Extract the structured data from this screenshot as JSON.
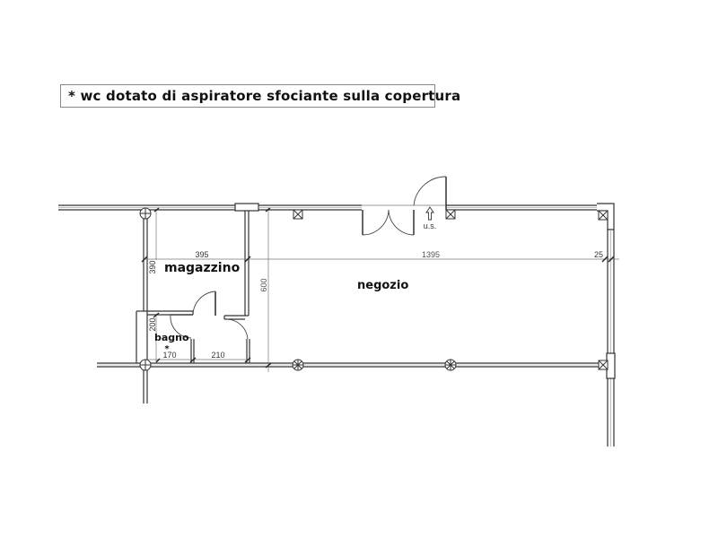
{
  "note": {
    "text": "* wc dotato di aspiratore sfociante sulla copertura"
  },
  "rooms": [
    {
      "name": "magazzino",
      "label": "magazzino"
    },
    {
      "name": "negozio",
      "label": "negozio"
    },
    {
      "name": "bagno",
      "label": "bagno",
      "marker": "*"
    }
  ],
  "dimensions": {
    "magazzino_width": "395",
    "magazzino_depth": "390",
    "negozio_width": "1395",
    "wall_right": "25",
    "overall_depth": "600",
    "bagno_depth": "200",
    "bagno_width": "170",
    "corridor_width": "210"
  },
  "annotations": {
    "exit_label": "u.s.",
    "exit_arrow": "up-arrow"
  },
  "colors": {
    "line": "#333333",
    "wall_fill": "#ffffff",
    "dim_line": "#777777",
    "text": "#111111"
  }
}
